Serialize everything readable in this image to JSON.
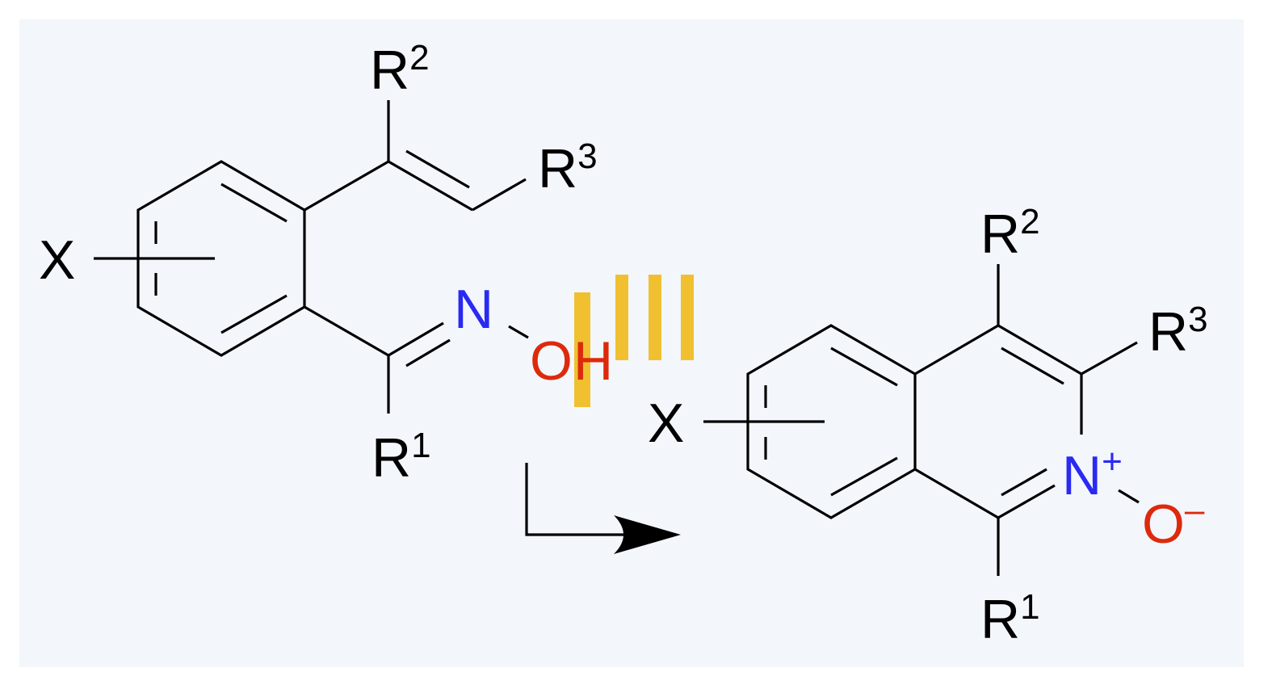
{
  "colors": {
    "panel_background": "#f3f7fc",
    "bond": "#000000",
    "nitrogen": "#2a2af2",
    "oxygen": "#dd2a0c",
    "highlight": "#f0c030"
  },
  "reactant": {
    "x_label": "X",
    "r1": {
      "main": "R",
      "sup": "1"
    },
    "r2": {
      "main": "R",
      "sup": "2"
    },
    "r3": {
      "main": "R",
      "sup": "3"
    },
    "n_label": "N",
    "o_label": "O",
    "h_label": "H"
  },
  "product": {
    "x_label": "X",
    "r1": {
      "main": "R",
      "sup": "1"
    },
    "r2": {
      "main": "R",
      "sup": "2"
    },
    "r3": {
      "main": "R",
      "sup": "3"
    },
    "n_label": "N",
    "n_charge": "+",
    "o_label": "O",
    "o_charge": "–"
  },
  "arrow": {
    "type": "bent-reaction-arrow"
  }
}
